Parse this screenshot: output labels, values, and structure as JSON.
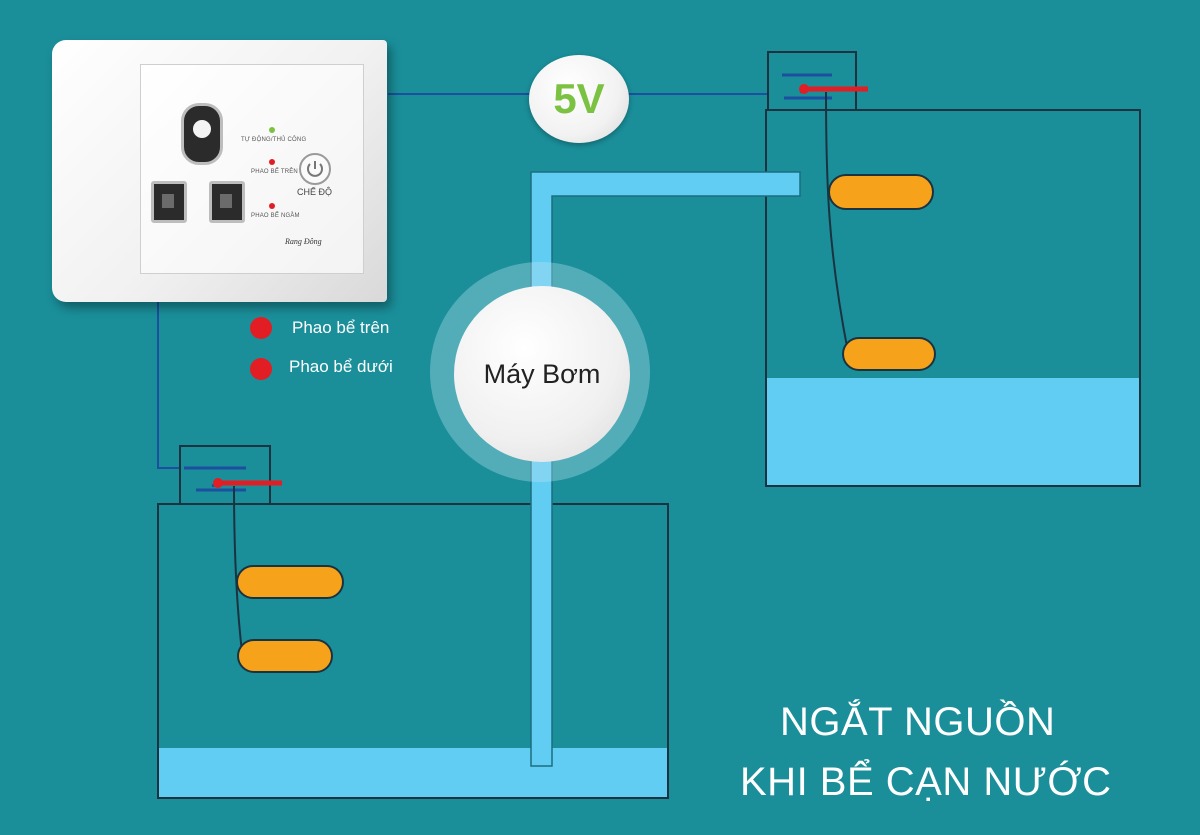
{
  "socket": {
    "led_labels": [
      "TỰ ĐỘNG/THỦ CÔNG",
      "PHAO BỂ TRÊN",
      "PHAO BỂ NGẦM"
    ],
    "mode_label": "CHẾ ĐỘ",
    "brand": "Rang Đông"
  },
  "power_badge": {
    "label": "5V"
  },
  "pump": {
    "label": "Máy Bơm"
  },
  "legend": {
    "items": [
      {
        "label": "Phao bể trên",
        "color": "#e31d24"
      },
      {
        "label": "Phao bể dưới",
        "color": "#e31d24"
      }
    ]
  },
  "caption": {
    "line1": "NGẮT NGUỒN",
    "line2": "KHI BỂ CẠN NƯỚC"
  },
  "colors": {
    "background": "#1a8f9a",
    "water": "#62cdf3",
    "float": "#f7a21b",
    "wire": "#1c4fa0",
    "switch_red": "#e31d24",
    "led_green": "#7cc242",
    "badge_text": "#7cc242"
  }
}
